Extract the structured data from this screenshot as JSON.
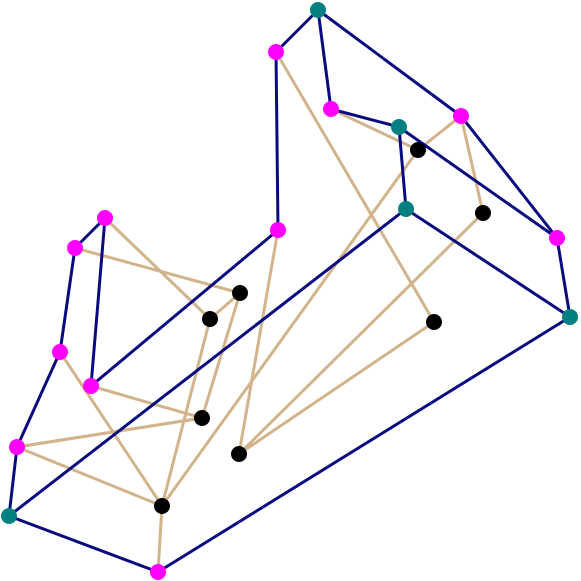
{
  "colors": {
    "background": "#ffffff",
    "edge_primary": "#0a0a80",
    "edge_secondary": "#d2b48c",
    "node_magenta": "#ff00ff",
    "node_teal": "#008080",
    "node_black": "#000000"
  },
  "graph": {
    "nodes": [
      {
        "id": "t1",
        "color": "node_teal"
      },
      {
        "id": "t2",
        "color": "node_teal"
      },
      {
        "id": "t3",
        "color": "node_teal"
      },
      {
        "id": "t4",
        "color": "node_teal"
      },
      {
        "id": "t5",
        "color": "node_teal"
      },
      {
        "id": "m1",
        "color": "node_magenta"
      },
      {
        "id": "m2",
        "color": "node_magenta"
      },
      {
        "id": "m3",
        "color": "node_magenta"
      },
      {
        "id": "m4",
        "color": "node_magenta"
      },
      {
        "id": "m5",
        "color": "node_magenta"
      },
      {
        "id": "m6",
        "color": "node_magenta"
      },
      {
        "id": "m7",
        "color": "node_magenta"
      },
      {
        "id": "m8",
        "color": "node_magenta"
      },
      {
        "id": "m9",
        "color": "node_magenta"
      },
      {
        "id": "m10",
        "color": "node_magenta"
      },
      {
        "id": "m11",
        "color": "node_magenta"
      },
      {
        "id": "b1",
        "color": "node_black"
      },
      {
        "id": "b2",
        "color": "node_black"
      },
      {
        "id": "b3",
        "color": "node_black"
      },
      {
        "id": "b4",
        "color": "node_black"
      },
      {
        "id": "b5",
        "color": "node_black"
      },
      {
        "id": "b6",
        "color": "node_black"
      },
      {
        "id": "b7",
        "color": "node_black"
      },
      {
        "id": "b8",
        "color": "node_black"
      }
    ],
    "edges": [
      {
        "from": "t1",
        "to": "m1",
        "kind": "edge_primary"
      },
      {
        "from": "t1",
        "to": "m3",
        "kind": "edge_primary"
      },
      {
        "from": "t1",
        "to": "m2",
        "kind": "edge_primary"
      },
      {
        "from": "m1",
        "to": "m4",
        "kind": "edge_primary"
      },
      {
        "from": "m2",
        "to": "t2",
        "kind": "edge_primary"
      },
      {
        "from": "t2",
        "to": "t3",
        "kind": "edge_primary"
      },
      {
        "from": "t2",
        "to": "m5",
        "kind": "edge_primary"
      },
      {
        "from": "m3",
        "to": "m5",
        "kind": "edge_primary"
      },
      {
        "from": "m5",
        "to": "t4",
        "kind": "edge_primary"
      },
      {
        "from": "t3",
        "to": "t4",
        "kind": "edge_primary"
      },
      {
        "from": "t3",
        "to": "t5",
        "kind": "edge_primary"
      },
      {
        "from": "t4",
        "to": "m11",
        "kind": "edge_primary"
      },
      {
        "from": "m11",
        "to": "t5",
        "kind": "edge_primary"
      },
      {
        "from": "m4",
        "to": "m9",
        "kind": "edge_primary"
      },
      {
        "from": "m6",
        "to": "m7",
        "kind": "edge_primary"
      },
      {
        "from": "m6",
        "to": "m9",
        "kind": "edge_primary"
      },
      {
        "from": "m7",
        "to": "m8",
        "kind": "edge_primary"
      },
      {
        "from": "m8",
        "to": "m10",
        "kind": "edge_primary"
      },
      {
        "from": "m10",
        "to": "t5",
        "kind": "edge_primary"
      },
      {
        "from": "m1",
        "to": "b1",
        "kind": "edge_secondary"
      },
      {
        "from": "m2",
        "to": "b3",
        "kind": "edge_secondary"
      },
      {
        "from": "b3",
        "to": "m3",
        "kind": "edge_secondary"
      },
      {
        "from": "m3",
        "to": "b2",
        "kind": "edge_secondary"
      },
      {
        "from": "b2",
        "to": "b4",
        "kind": "edge_secondary"
      },
      {
        "from": "b1",
        "to": "b4",
        "kind": "edge_secondary"
      },
      {
        "from": "b4",
        "to": "m4",
        "kind": "edge_secondary"
      },
      {
        "from": "m6",
        "to": "b6",
        "kind": "edge_secondary"
      },
      {
        "from": "m7",
        "to": "b5",
        "kind": "edge_secondary"
      },
      {
        "from": "b5",
        "to": "b6",
        "kind": "edge_secondary"
      },
      {
        "from": "b6",
        "to": "b8",
        "kind": "edge_secondary"
      },
      {
        "from": "b5",
        "to": "b7",
        "kind": "edge_secondary"
      },
      {
        "from": "m9",
        "to": "b7",
        "kind": "edge_secondary"
      },
      {
        "from": "m8",
        "to": "b8",
        "kind": "edge_secondary"
      },
      {
        "from": "b7",
        "to": "m10",
        "kind": "edge_secondary"
      },
      {
        "from": "m10",
        "to": "b8",
        "kind": "edge_secondary"
      },
      {
        "from": "m10",
        "to": "b7",
        "kind": "edge_secondary"
      },
      {
        "from": "b8",
        "to": "b3",
        "kind": "edge_secondary"
      },
      {
        "from": "b8",
        "to": "m11",
        "kind": "edge_secondary"
      }
    ]
  }
}
